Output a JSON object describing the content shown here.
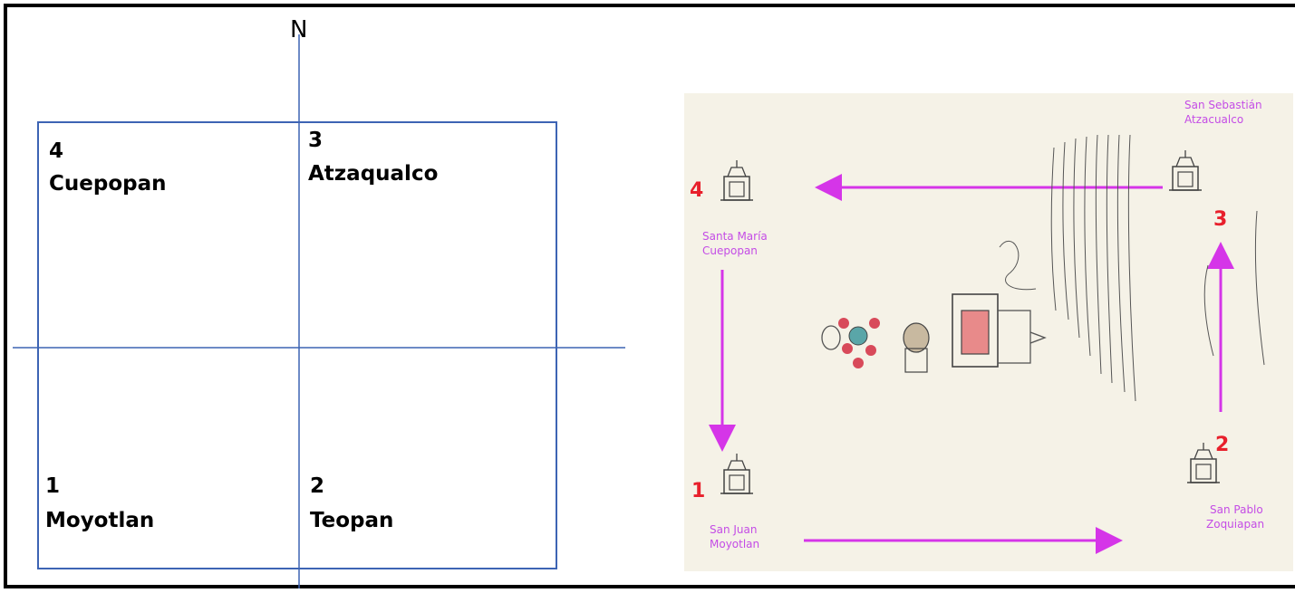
{
  "compass": {
    "north": "N"
  },
  "quadrants": [
    {
      "id": "q4",
      "number": "4",
      "name": "Cuepopan"
    },
    {
      "id": "q3",
      "number": "3",
      "name": "Atzaqualco"
    },
    {
      "id": "q1",
      "number": "1",
      "name": "Moyotlan"
    },
    {
      "id": "q2",
      "number": "2",
      "name": "Teopan"
    }
  ],
  "codex": {
    "places": [
      {
        "number": "4",
        "line1": "Santa María",
        "line2": "Cuepopan"
      },
      {
        "number": "3",
        "line1": "San Sebastián",
        "line2": "Atzacualco"
      },
      {
        "number": "1",
        "line1": "San Juan",
        "line2": "Moyotlan"
      },
      {
        "number": "2",
        "line1": "San Pablo",
        "line2": "Zoquiapan"
      }
    ],
    "colors": {
      "arrow": "#d535e8",
      "number": "#e8202c",
      "label": "#c44ce6",
      "paper": "#f5f2e7",
      "ink": "#3a3a3a"
    }
  },
  "colors": {
    "grid_line": "#3d64b4",
    "frame": "#000000"
  }
}
